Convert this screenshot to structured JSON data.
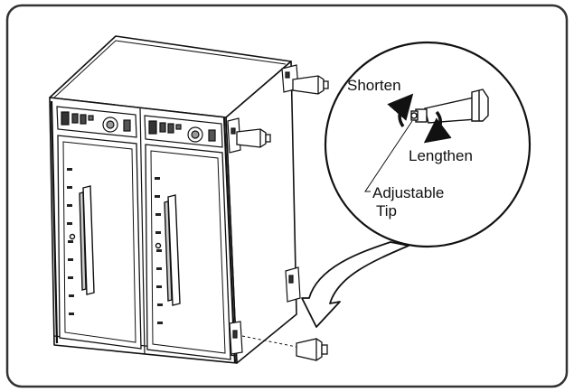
{
  "labels": {
    "shorten": "Shorten",
    "lengthen": "Lengthen",
    "adjustable_line1": "Adjustable",
    "adjustable_line2": "Tip"
  },
  "colors": {
    "ink": "#111111",
    "frame": "#333333",
    "shade": "#d9d9d9",
    "paper": "#ffffff"
  },
  "icons": {
    "rotate_shorten": "curved-arrow-counterclockwise-icon",
    "rotate_lengthen": "curved-arrow-clockwise-icon",
    "callout": "large-curved-callout-arrow-icon"
  }
}
